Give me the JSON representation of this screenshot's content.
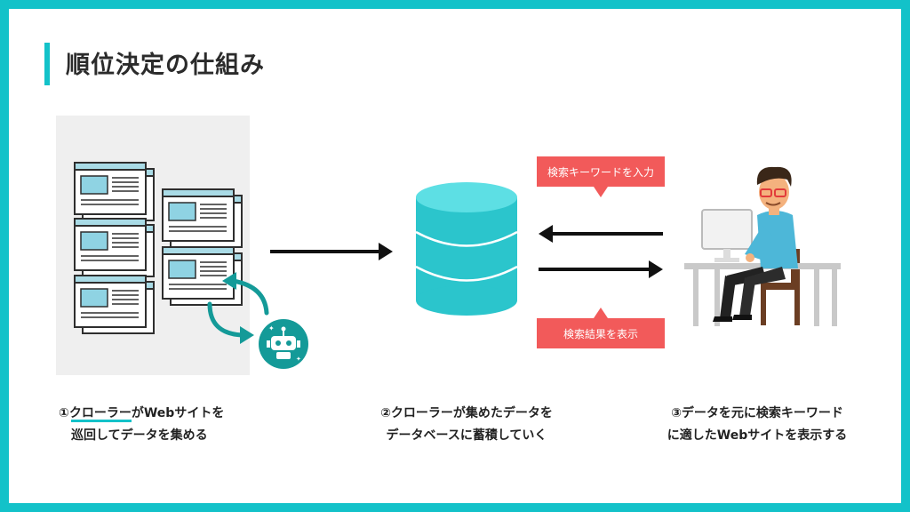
{
  "title": "順位決定の仕組み",
  "bubbles": {
    "search_input": "検索キーワードを入力",
    "search_results": "検索結果を表示"
  },
  "captions": {
    "step1": {
      "line1_prefix": "①",
      "line1_highlight": "クローラー",
      "line1_suffix": "がWebサイトを",
      "line2": "巡回してデータを集める"
    },
    "step2": {
      "line1": "②クローラーが集めたデータを",
      "line2": "データベースに蓄積していく"
    },
    "step3": {
      "line1": "③データを元に検索キーワード",
      "line2": "に適したWebサイトを表示する"
    }
  },
  "colors": {
    "accent": "#13c2c9",
    "bubble": "#f25a5a",
    "database": "#2bc5cc",
    "robot": "#149a98"
  }
}
